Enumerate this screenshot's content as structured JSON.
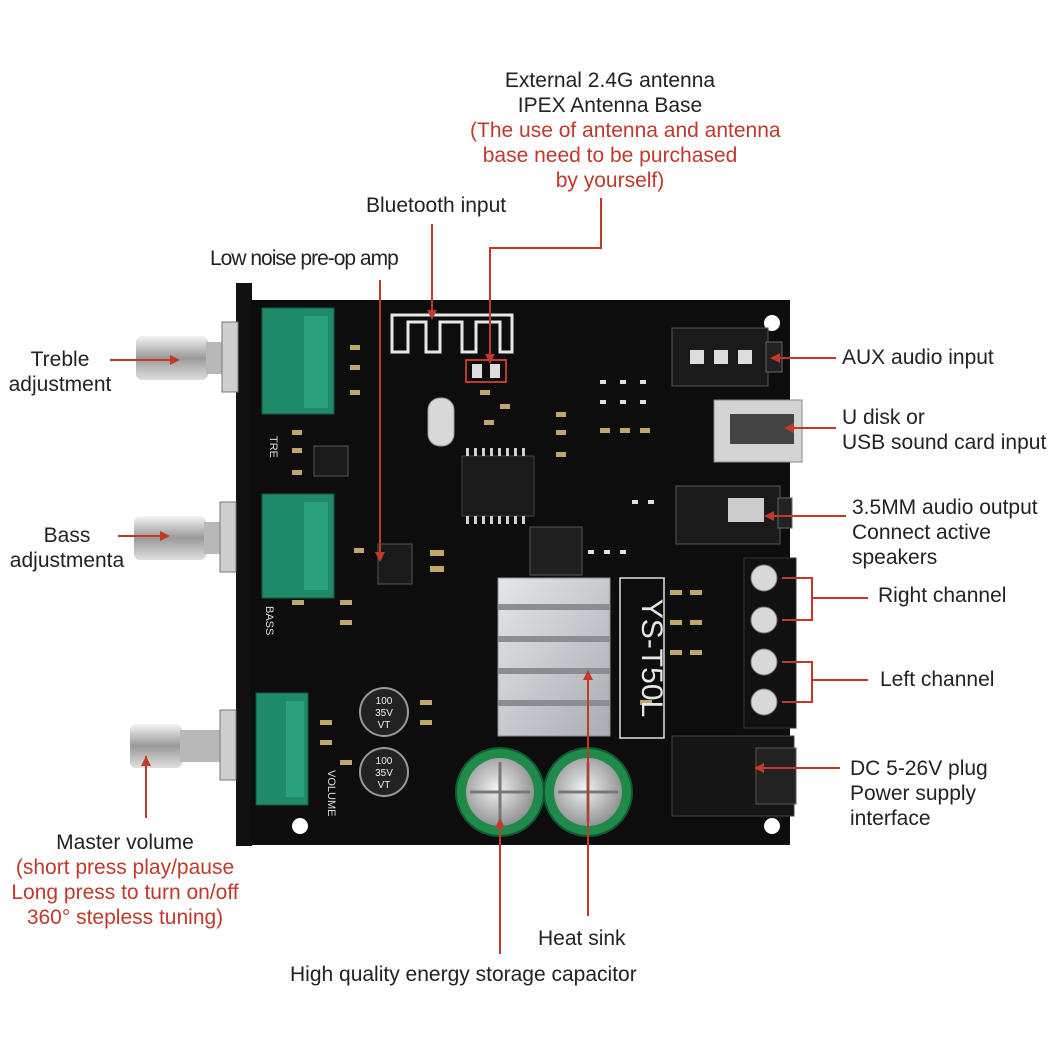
{
  "colors": {
    "pcb": "#0d0d0d",
    "pot_green": "#1f8a6a",
    "leader_line": "#c0392b",
    "heat_sink": "#c9ccd0",
    "text": "#222222",
    "note_red": "#c0392b"
  },
  "labels": {
    "antenna": {
      "line1": "External 2.4G antenna",
      "line2": "IPEX Antenna Base",
      "note1": "(The use of antenna and antenna",
      "note2": "base need to be purchased",
      "note3": "by yourself)"
    },
    "bluetooth_input": "Bluetooth input",
    "preamp": "Low noise pre-op amp",
    "treble": {
      "line1": "Treble",
      "line2": "adjustment"
    },
    "bass": {
      "line1": "Bass",
      "line2": "adjustmenta"
    },
    "master_volume": {
      "line1": "Master volume",
      "note1": "(short press play/pause",
      "note2": "Long press to turn on/off",
      "note3": "360° stepless tuning)"
    },
    "aux_input": "AUX audio input",
    "udisk": {
      "line1": "U disk or",
      "line2": "USB sound card input"
    },
    "audio_output": {
      "line1": "3.5MM audio output",
      "line2": "Connect active",
      "line3": "speakers"
    },
    "right_channel": "Right channel",
    "left_channel": "Left channel",
    "dc_plug": {
      "line1": "DC 5-26V plug",
      "line2": "Power supply",
      "line3": "interface"
    },
    "heat_sink": "Heat sink",
    "capacitor": "High quality energy storage capacitor"
  },
  "board_markings": {
    "model": "YS-T50L",
    "tre": "TRE",
    "bass": "BASS",
    "volume": "VOLUME",
    "cap_top": "100",
    "cap_mid": "35V",
    "cap_bottom": "VT"
  }
}
